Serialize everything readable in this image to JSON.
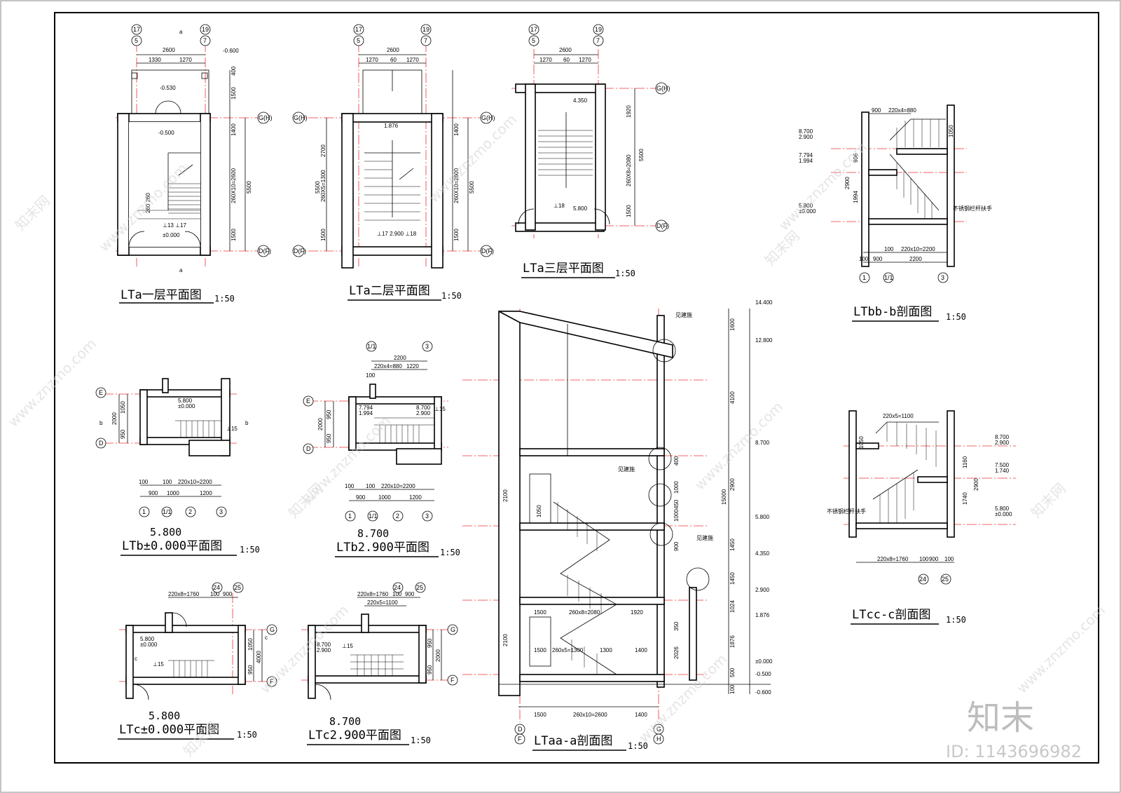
{
  "drawing": {
    "views": [
      {
        "id": "LTa-1F",
        "title": "LTa一层平面图",
        "scale": "1:50",
        "dims": [
          "2600",
          "1330",
          "1270",
          "400",
          "1500",
          "1400",
          "260X10=2600",
          "5500",
          "1500",
          "260 260"
        ],
        "levels": [
          "-0.600",
          "-0.530",
          "-0.500",
          "±0.000"
        ],
        "grids": [
          "⑰",
          "⑤",
          "⑲",
          "⑦",
          "G(H)",
          "D(F)"
        ],
        "marks": [
          "a",
          "a",
          "⊥13",
          "⊥17"
        ]
      },
      {
        "id": "LTa-2F",
        "title": "LTa二层平面图",
        "scale": "1:50",
        "dims": [
          "2600",
          "1270",
          "60",
          "1270",
          "1400",
          "260X10=2600",
          "1500",
          "2700",
          "5500",
          "260X5=1300",
          "1500"
        ],
        "levels": [
          "1.876",
          "2.900"
        ],
        "grids": [
          "⑰",
          "⑤",
          "⑲",
          "⑦",
          "G(H)",
          "D(F)"
        ],
        "marks": [
          "⊥17",
          "⊥18"
        ]
      },
      {
        "id": "LTa-3F",
        "title": "LTa三层平面图",
        "scale": "1:50",
        "dims": [
          "2600",
          "1270",
          "60",
          "1270",
          "1920",
          "260X8=2080",
          "1500",
          "5500"
        ],
        "levels": [
          "4.350",
          "5.800"
        ],
        "grids": [
          "⑰",
          "⑤",
          "⑲",
          "⑦",
          "G(H)",
          "D(F)"
        ],
        "marks": [
          "⊥18"
        ]
      },
      {
        "id": "LTb-0",
        "title": "LTb±0.000平面图",
        "scale": "1:50",
        "elevation_label": "5.800",
        "dims": [
          "1050",
          "950",
          "2000",
          "100",
          "900",
          "100",
          "220x10=2200",
          "1000",
          "1200"
        ],
        "levels": [
          "5.800",
          "±0.000"
        ],
        "grids": [
          "E",
          "D",
          "①",
          "(1/1)",
          "②",
          "③"
        ],
        "marks": [
          "b",
          "b",
          "⊥15"
        ]
      },
      {
        "id": "LTb-2.9",
        "title": "LTb2.900平面图",
        "scale": "1:50",
        "elevation_label": "8.700",
        "dims": [
          "2200",
          "220x4=880",
          "1220",
          "100",
          "950",
          "2000",
          "950",
          "100",
          "900",
          "1000",
          "1200",
          "220x10=2200"
        ],
        "levels": [
          "7.794",
          "1.994",
          "8.700",
          "2.900"
        ],
        "grids": [
          "(1/1)",
          "③",
          "E",
          "D",
          "①",
          "②"
        ],
        "marks": [
          "⊥15"
        ]
      },
      {
        "id": "LTc-0",
        "title": "LTc±0.000平面图",
        "scale": "1:50",
        "elevation_label": "5.800",
        "dims": [
          "220x8=1760",
          "100",
          "900",
          "1050",
          "4000",
          "950"
        ],
        "levels": [
          "5.800",
          "±0.000"
        ],
        "grids": [
          "㉔",
          "㉕",
          "G",
          "F"
        ],
        "marks": [
          "c",
          "c",
          "⊥15"
        ]
      },
      {
        "id": "LTc-2.9",
        "title": "LTc2.900平面图",
        "scale": "1:50",
        "elevation_label": "8.700",
        "dims": [
          "220x8=1760",
          "100",
          "900",
          "220x5=1100",
          "950",
          "2000",
          "950"
        ],
        "levels": [
          "8.700",
          "2.900"
        ],
        "grids": [
          "㉔",
          "㉕",
          "G",
          "F"
        ],
        "marks": [
          "⊥15"
        ]
      },
      {
        "id": "LTaa-a",
        "title": "LTaa-a剖面图",
        "scale": "1:50",
        "dims": [
          "1600",
          "4100",
          "15000",
          "400",
          "1000",
          "450",
          "900",
          "2900",
          "1450",
          "1450",
          "1024",
          "1876",
          "2026",
          "500",
          "100",
          "2100",
          "1050",
          "2100",
          "1500",
          "260x8=2080",
          "1920",
          "1500",
          "260x5=1300",
          "1300",
          "1400",
          "260x10=2600"
        ],
        "levels": [
          "14.400",
          "12.800",
          "8.700",
          "5.800",
          "4.350",
          "2.900",
          "1.876",
          "±0.000",
          "-0.500",
          "-0.600"
        ],
        "grids": [
          "D",
          "F",
          "G",
          "H"
        ],
        "marks": [
          "见建施",
          "见建施",
          "见建施"
        ]
      },
      {
        "id": "LTbb-b",
        "title": "LTbb-b剖面图",
        "scale": "1:50",
        "dims": [
          "900",
          "220x4=880",
          "1050",
          "906",
          "2900",
          "1994",
          "100",
          "220x10=2200",
          "100",
          "900",
          "2200"
        ],
        "levels": [
          "8.700",
          "2.900",
          "7.794",
          "1.994",
          "5.800",
          "±0.000"
        ],
        "grids": [
          "①",
          "(1/1)",
          "③"
        ],
        "marks": [
          "不锈钢栏杆扶手"
        ]
      },
      {
        "id": "LTcc-c",
        "title": "LTcc-c剖面图",
        "scale": "1:50",
        "dims": [
          "220x5=1100",
          "1050",
          "1160",
          "2900",
          "1740",
          "220x8=1760",
          "100",
          "900",
          "100"
        ],
        "levels": [
          "8.700",
          "2.900",
          "7.500",
          "1.740",
          "5.800",
          "±0.000"
        ],
        "grids": [
          "㉔",
          "㉕"
        ],
        "marks": [
          "不锈钢栏杆扶手"
        ]
      }
    ]
  },
  "watermark": {
    "site": "www.znzmo.com",
    "brand": "知末网",
    "logo": "知末",
    "id": "ID: 1143696982"
  }
}
